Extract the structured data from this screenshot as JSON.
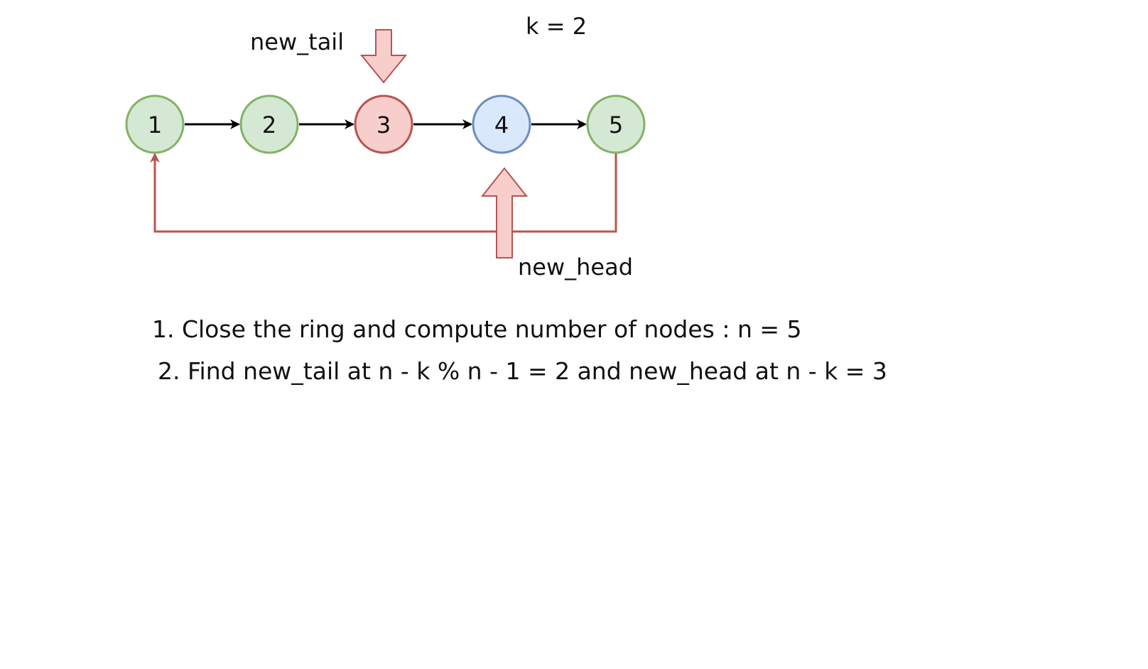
{
  "k_label": "k = 2",
  "pointers": {
    "new_tail": {
      "label": "new_tail",
      "node_index": 2
    },
    "new_head": {
      "label": "new_head",
      "node_index": 3
    }
  },
  "nodes": [
    {
      "label": "1",
      "fill": "#d5e8d4",
      "stroke": "#82b366"
    },
    {
      "label": "2",
      "fill": "#d5e8d4",
      "stroke": "#82b366"
    },
    {
      "label": "3",
      "fill": "#f8cecc",
      "stroke": "#b85450"
    },
    {
      "label": "4",
      "fill": "#dae8fc",
      "stroke": "#6c8ebf"
    },
    {
      "label": "5",
      "fill": "#d5e8d4",
      "stroke": "#82b366"
    }
  ],
  "colors": {
    "link_arrow": "#000000",
    "ring_link": "#b85450",
    "pointer_fill": "#f8cecc",
    "pointer_stroke": "#b85450"
  },
  "steps": [
    "1. Close the ring and compute number of nodes : n = 5",
    "2. Find new_tail at n - k % n - 1 = 2 and new_head at n - k = 3"
  ]
}
